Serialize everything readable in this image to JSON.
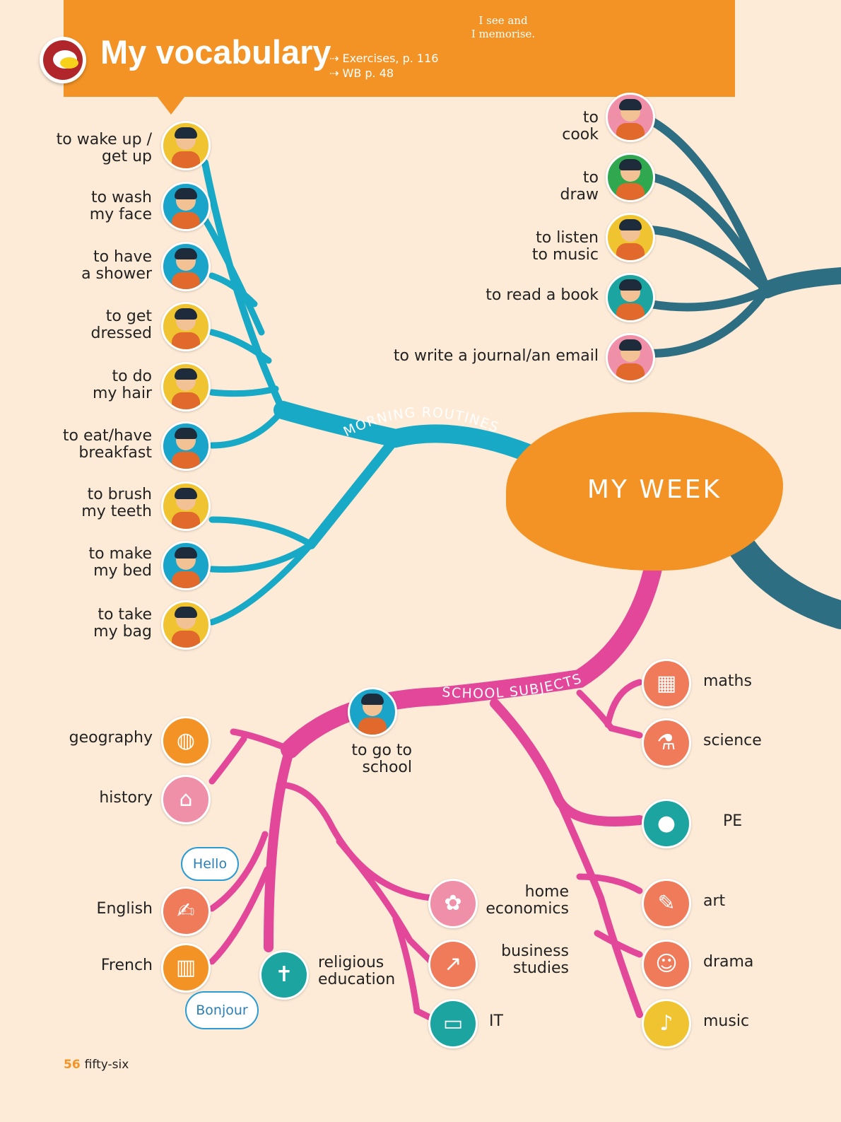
{
  "header": {
    "title": "My vocabulary",
    "ref1": "Exercises, p. 116",
    "ref2": "WB p. 48",
    "see1": "I see and",
    "see2": "I memorise."
  },
  "center": {
    "title": "MY WEEK"
  },
  "branches": {
    "morning": "MORNING ROUTINES",
    "school": "SCHOOL SUBJECTS"
  },
  "morning": [
    {
      "l1": "to wake up /",
      "l2": "get up",
      "icon": "person-waking-icon",
      "color": "#f0c330"
    },
    {
      "l1": "to wash",
      "l2": "my face",
      "icon": "person-washing-face-icon",
      "color": "#1ba4c9"
    },
    {
      "l1": "to have",
      "l2": "a shower",
      "icon": "person-showering-icon",
      "color": "#1ba4c9"
    },
    {
      "l1": "to get",
      "l2": "dressed",
      "icon": "person-dressing-icon",
      "color": "#f0c330"
    },
    {
      "l1": "to do",
      "l2": "my hair",
      "icon": "person-combing-icon",
      "color": "#f0c330"
    },
    {
      "l1": "to eat/have",
      "l2": "breakfast",
      "icon": "person-eating-icon",
      "color": "#1ba4c9"
    },
    {
      "l1": "to brush",
      "l2": "my teeth",
      "icon": "person-brushing-icon",
      "color": "#f0c330"
    },
    {
      "l1": "to make",
      "l2": "my bed",
      "icon": "person-making-bed-icon",
      "color": "#1ba4c9"
    },
    {
      "l1": "to take",
      "l2": "my bag",
      "icon": "person-with-bag-icon",
      "color": "#f0c330"
    }
  ],
  "free_time": [
    {
      "l1": "to",
      "l2": "cook",
      "icon": "cooking-icon",
      "color": "#f08fa8"
    },
    {
      "l1": "to",
      "l2": "draw",
      "icon": "drawing-icon",
      "color": "#2fa84f"
    },
    {
      "l1": "to listen",
      "l2": "to music",
      "icon": "music-listening-icon",
      "color": "#f0c330"
    },
    {
      "l1": "to read a book",
      "l2": "",
      "icon": "reading-icon",
      "color": "#1ba4a0"
    },
    {
      "l1": "to write a journal/an email",
      "l2": "",
      "icon": "writing-icon",
      "color": "#f08fa8"
    }
  ],
  "school": {
    "hub": {
      "l1": "to go to",
      "l2": "school",
      "icon": "school-building-icon",
      "color": "#1ba4c9"
    },
    "subjects": [
      {
        "l1": "maths",
        "l2": "",
        "icon": "calculator-icon",
        "color": "#ef7b5a",
        "glyph": "▦"
      },
      {
        "l1": "science",
        "l2": "",
        "icon": "microscope-icon",
        "color": "#ef7b5a",
        "glyph": "⚗"
      },
      {
        "l1": "PE",
        "l2": "",
        "icon": "basketball-icon",
        "color": "#1ba4a0",
        "glyph": "●"
      },
      {
        "l1": "art",
        "l2": "",
        "icon": "palette-icon",
        "color": "#ef7b5a",
        "glyph": "✎"
      },
      {
        "l1": "drama",
        "l2": "",
        "icon": "theatre-masks-icon",
        "color": "#ef7b5a",
        "glyph": "☺"
      },
      {
        "l1": "music",
        "l2": "",
        "icon": "violin-icon",
        "color": "#f0c330",
        "glyph": "♪"
      },
      {
        "l1": "geography",
        "l2": "",
        "icon": "globe-icon",
        "color": "#f39325",
        "glyph": "◍"
      },
      {
        "l1": "history",
        "l2": "",
        "icon": "museum-icon",
        "color": "#f08fa8",
        "glyph": "⌂"
      },
      {
        "l1": "English",
        "l2": "",
        "icon": "pen-paper-icon",
        "color": "#ef7b5a",
        "glyph": "✍"
      },
      {
        "l1": "French",
        "l2": "",
        "icon": "open-book-icon",
        "color": "#f39325",
        "glyph": "▥"
      },
      {
        "l1": "religious",
        "l2": "education",
        "icon": "bible-icon",
        "color": "#1ba4a0",
        "glyph": "✝"
      },
      {
        "l1": "home",
        "l2": "economics",
        "icon": "flower-pot-icon",
        "color": "#f08fa8",
        "glyph": "✿"
      },
      {
        "l1": "business",
        "l2": "studies",
        "icon": "graph-icon",
        "color": "#ef7b5a",
        "glyph": "↗"
      },
      {
        "l1": "IT",
        "l2": "",
        "icon": "computer-icon",
        "color": "#1ba4a0",
        "glyph": "▭"
      }
    ]
  },
  "bubbles": {
    "hello": "Hello",
    "bonjour": "Bonjour"
  },
  "footer": {
    "num": "56",
    "text": "fifty-six"
  }
}
